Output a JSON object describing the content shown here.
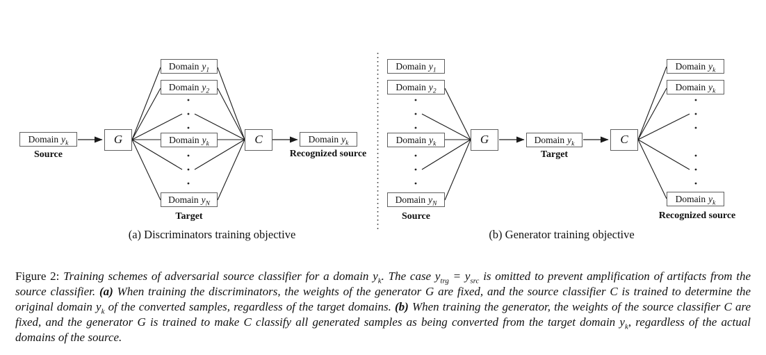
{
  "colors": {
    "line": "#1a1a1a",
    "box_border": "#5f5f5f",
    "text": "#111111",
    "background": "#ffffff"
  },
  "figure": {
    "diagram_a": {
      "source_box": {
        "prefix": "Domain",
        "var": "y",
        "sub": "k"
      },
      "source_label": "Source",
      "generator_label": "G",
      "classifier_label": "C",
      "target_boxes": [
        {
          "prefix": "Domain",
          "var": "y",
          "sub": "1"
        },
        {
          "prefix": "Domain",
          "var": "y",
          "sub": "2"
        },
        {
          "prefix": "Domain",
          "var": "y",
          "sub": "k"
        },
        {
          "prefix": "Domain",
          "var": "y",
          "sub": "N"
        }
      ],
      "target_label": "Target",
      "recognized_box": {
        "prefix": "Domain",
        "var": "y",
        "sub": "k"
      },
      "recognized_label": "Recognized source",
      "subcaption": "(a) Discriminators training objective"
    },
    "diagram_b": {
      "source_boxes": [
        {
          "prefix": "Domain",
          "var": "y",
          "sub": "1"
        },
        {
          "prefix": "Domain",
          "var": "y",
          "sub": "2"
        },
        {
          "prefix": "Domain",
          "var": "y",
          "sub": "k"
        },
        {
          "prefix": "Domain",
          "var": "y",
          "sub": "N"
        }
      ],
      "source_label": "Source",
      "generator_label": "G",
      "target_box": {
        "prefix": "Domain",
        "var": "y",
        "sub": "k"
      },
      "target_label": "Target",
      "classifier_label": "C",
      "recognized_boxes": [
        {
          "prefix": "Domain",
          "var": "y",
          "sub": "k"
        },
        {
          "prefix": "Domain",
          "var": "y",
          "sub": "k"
        },
        {
          "prefix": "Domain",
          "var": "y",
          "sub": "k"
        }
      ],
      "recognized_label": "Recognized source",
      "subcaption": "(b) Generator training objective"
    }
  },
  "caption": {
    "segments": [
      {
        "t": "Figure 2: ",
        "style": "rm"
      },
      {
        "t": "Training schemes of adversarial source classifier for a domain ",
        "style": "it"
      },
      {
        "t": "y",
        "style": "it",
        "sub": "k"
      },
      {
        "t": ". The case ",
        "style": "it"
      },
      {
        "t": "y",
        "style": "it",
        "sub": "trg"
      },
      {
        "t": " = ",
        "style": "it"
      },
      {
        "t": "y",
        "style": "it",
        "sub": "src"
      },
      {
        "t": " is omitted to prevent amplification of artifacts from the source classifier. ",
        "style": "it"
      },
      {
        "t": "(a)",
        "style": "bi"
      },
      {
        "t": " When training the discriminators, the weights of the generator ",
        "style": "it"
      },
      {
        "t": "G",
        "style": "it"
      },
      {
        "t": " are fixed, and the source classifier ",
        "style": "it"
      },
      {
        "t": "C",
        "style": "it"
      },
      {
        "t": " is trained to determine the original domain ",
        "style": "it"
      },
      {
        "t": "y",
        "style": "it",
        "sub": "k"
      },
      {
        "t": " of the converted samples, regardless of the target domains. ",
        "style": "it"
      },
      {
        "t": "(b)",
        "style": "bi"
      },
      {
        "t": " When training the generator, the weights of the source classifier ",
        "style": "it"
      },
      {
        "t": "C",
        "style": "it"
      },
      {
        "t": " are fixed, and the generator ",
        "style": "it"
      },
      {
        "t": "G",
        "style": "it"
      },
      {
        "t": " is trained to make ",
        "style": "it"
      },
      {
        "t": "C",
        "style": "it"
      },
      {
        "t": " classify all generated samples as being converted from the target domain ",
        "style": "it"
      },
      {
        "t": "y",
        "style": "it",
        "sub": "k"
      },
      {
        "t": ", regardless of the actual domains of the source.",
        "style": "it"
      }
    ]
  }
}
